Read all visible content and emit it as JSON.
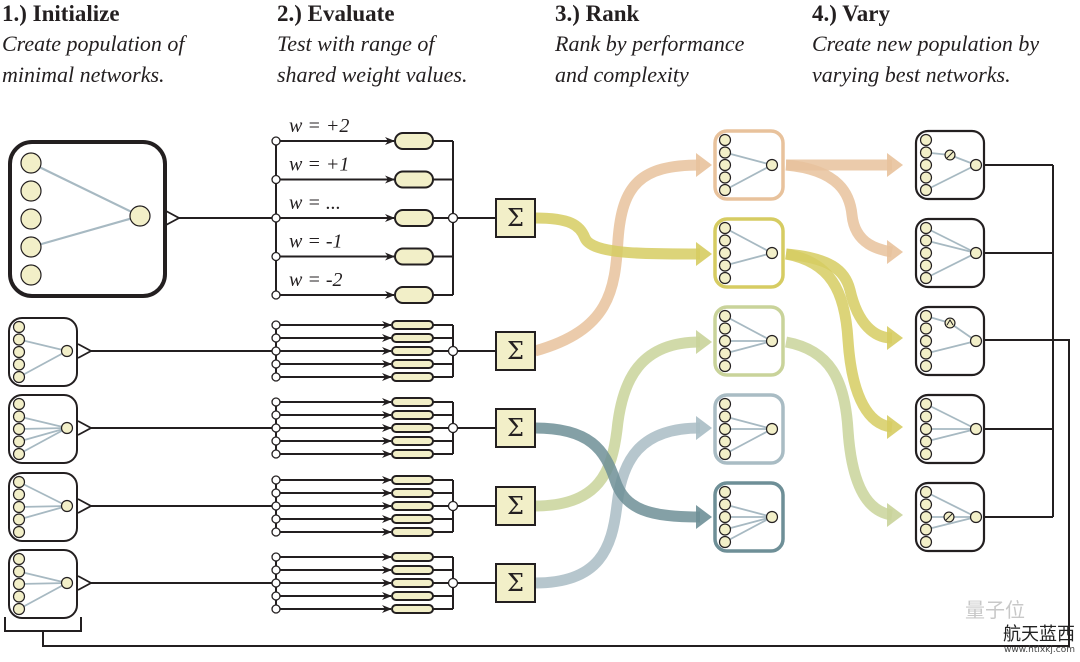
{
  "steps": [
    {
      "title": "1.) Initialize",
      "line1": "Create population of",
      "line2": "minimal networks."
    },
    {
      "title": "2.) Evaluate",
      "line1": "Test with range of",
      "line2": "shared weight values."
    },
    {
      "title": "3.) Rank",
      "line1": "Rank by performance",
      "line2": "and complexity"
    },
    {
      "title": "4.) Vary",
      "line1": "Create new population by",
      "line2": "varying best networks."
    }
  ],
  "evaluate": {
    "weight_labels": [
      "w =  +2",
      "w =  +1",
      "w =  ...",
      "w =  -1",
      "w =  -2"
    ],
    "sum_symbol": "Σ"
  },
  "rank": {
    "flow_colors": [
      "#e8c29c",
      "#d6cc62",
      "#c9d39a",
      "#a9bcc4",
      "#6e8f97"
    ]
  },
  "colors": {
    "node_fill": "#f2efc8",
    "connection": "#a7b9c2",
    "ink": "#231f20"
  },
  "watermark": {
    "qbit": "量子位",
    "brand": "航天蓝西",
    "url": "www.htlxkj.com"
  }
}
